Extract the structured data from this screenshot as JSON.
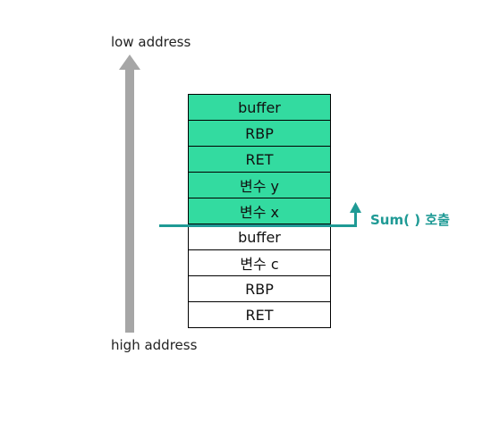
{
  "labels": {
    "low_address": "low address",
    "high_address": "high address",
    "call": "Sum( ) 호출"
  },
  "stack_cells": [
    {
      "label": "buffer",
      "highlight": true
    },
    {
      "label": "RBP",
      "highlight": true
    },
    {
      "label": "RET",
      "highlight": true
    },
    {
      "label": "변수 y",
      "highlight": true
    },
    {
      "label": "변수 x",
      "highlight": true
    },
    {
      "label": "buffer",
      "highlight": false
    },
    {
      "label": "변수 c",
      "highlight": false
    },
    {
      "label": "RBP",
      "highlight": false
    },
    {
      "label": "RET",
      "highlight": false
    }
  ],
  "colors": {
    "highlight_fill": "#33dba0",
    "plain_fill": "#ffffff",
    "accent": "#1f9a95",
    "address_arrow": "#a6a6a6"
  },
  "icons": {
    "address_arrow": "arrow-up-icon",
    "call_arrow": "arrow-up-icon"
  }
}
